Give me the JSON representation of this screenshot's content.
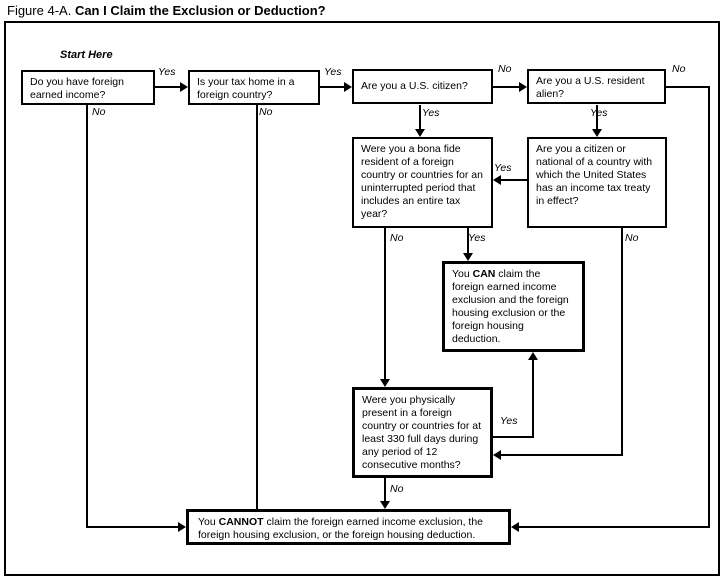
{
  "title": {
    "figure_label": "Figure 4-A.",
    "figure_title": "Can I Claim the Exclusion or Deduction?"
  },
  "flowchart": {
    "start_label": "Start Here",
    "decision_labels": {
      "yes": "Yes",
      "no": "No"
    },
    "boxes": {
      "foreign_income": {
        "text": "Do you have foreign earned income?"
      },
      "tax_home": {
        "text": "Is your tax home in a foreign country?"
      },
      "us_citizen": {
        "text": "Are you a U.S. citizen?"
      },
      "resident_alien": {
        "text": "Are you a U.S. resident alien?"
      },
      "bona_fide": {
        "text": "Were you a bona fide resident of a foreign country or countries for an uninterrupted period that includes an entire tax year?"
      },
      "tax_treaty": {
        "text": "Are you a citizen or national of a country with which the United States has an income tax treaty in effect?"
      },
      "can_claim": {
        "pre": "You ",
        "emphasis": "CAN",
        "post": " claim the foreign earned income exclusion and the foreign housing exclusion or the foreign housing deduction."
      },
      "physical_presence": {
        "text": "Were you physically present in a foreign country or countries for at least 330 full days during any period of 12 consecutive months?"
      },
      "cannot_claim": {
        "pre": "You ",
        "emphasis": "CANNOT",
        "post": " claim the foreign earned income exclusion, the foreign housing exclusion, or the foreign housing deduction."
      }
    },
    "edges": [
      {
        "from": "foreign_income",
        "to": "tax_home",
        "label": "Yes"
      },
      {
        "from": "foreign_income",
        "to": "cannot_claim",
        "label": "No"
      },
      {
        "from": "tax_home",
        "to": "us_citizen",
        "label": "Yes"
      },
      {
        "from": "tax_home",
        "to": "cannot_claim",
        "label": "No"
      },
      {
        "from": "us_citizen",
        "to": "resident_alien",
        "label": "No"
      },
      {
        "from": "us_citizen",
        "to": "bona_fide",
        "label": "Yes"
      },
      {
        "from": "resident_alien",
        "to": "cannot_claim",
        "label": "No"
      },
      {
        "from": "resident_alien",
        "to": "tax_treaty",
        "label": "Yes"
      },
      {
        "from": "tax_treaty",
        "to": "bona_fide",
        "label": "Yes"
      },
      {
        "from": "tax_treaty",
        "to": "physical_presence",
        "label": "No"
      },
      {
        "from": "bona_fide",
        "to": "can_claim",
        "label": "Yes"
      },
      {
        "from": "bona_fide",
        "to": "physical_presence",
        "label": "No"
      },
      {
        "from": "physical_presence",
        "to": "can_claim",
        "label": "Yes"
      },
      {
        "from": "physical_presence",
        "to": "cannot_claim",
        "label": "No"
      }
    ],
    "colors": {
      "ink": "#000000",
      "background": "#ffffff"
    }
  }
}
